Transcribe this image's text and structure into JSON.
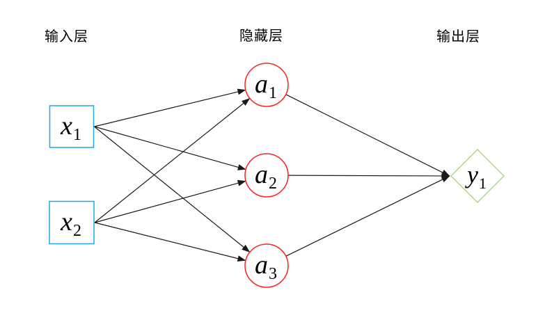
{
  "diagram": {
    "kind": "neural-network",
    "layers": [
      {
        "id": "input",
        "label": "输入层"
      },
      {
        "id": "hidden",
        "label": "隐藏层"
      },
      {
        "id": "output",
        "label": "输出层"
      }
    ],
    "nodes": [
      {
        "id": "x1",
        "layer": "input",
        "shape": "square",
        "base": "x",
        "sub": "1"
      },
      {
        "id": "x2",
        "layer": "input",
        "shape": "square",
        "base": "x",
        "sub": "2"
      },
      {
        "id": "a1",
        "layer": "hidden",
        "shape": "circle",
        "base": "a",
        "sub": "1"
      },
      {
        "id": "a2",
        "layer": "hidden",
        "shape": "circle",
        "base": "a",
        "sub": "2"
      },
      {
        "id": "a3",
        "layer": "hidden",
        "shape": "circle",
        "base": "a",
        "sub": "3"
      },
      {
        "id": "y1",
        "layer": "output",
        "shape": "diamond",
        "base": "y",
        "sub": "1"
      }
    ],
    "edges": [
      {
        "from": "x1",
        "to": "a1"
      },
      {
        "from": "x1",
        "to": "a2"
      },
      {
        "from": "x1",
        "to": "a3"
      },
      {
        "from": "x2",
        "to": "a1"
      },
      {
        "from": "x2",
        "to": "a2"
      },
      {
        "from": "x2",
        "to": "a3"
      },
      {
        "from": "a1",
        "to": "y1"
      },
      {
        "from": "a2",
        "to": "y1"
      },
      {
        "from": "a3",
        "to": "y1"
      }
    ],
    "colors": {
      "input": "#29ABE2",
      "hidden": "#FF1F1F",
      "output": "#A5D77F",
      "edge": "#1A1A1A",
      "text": "#000000",
      "background": "#FFFFFF"
    }
  }
}
